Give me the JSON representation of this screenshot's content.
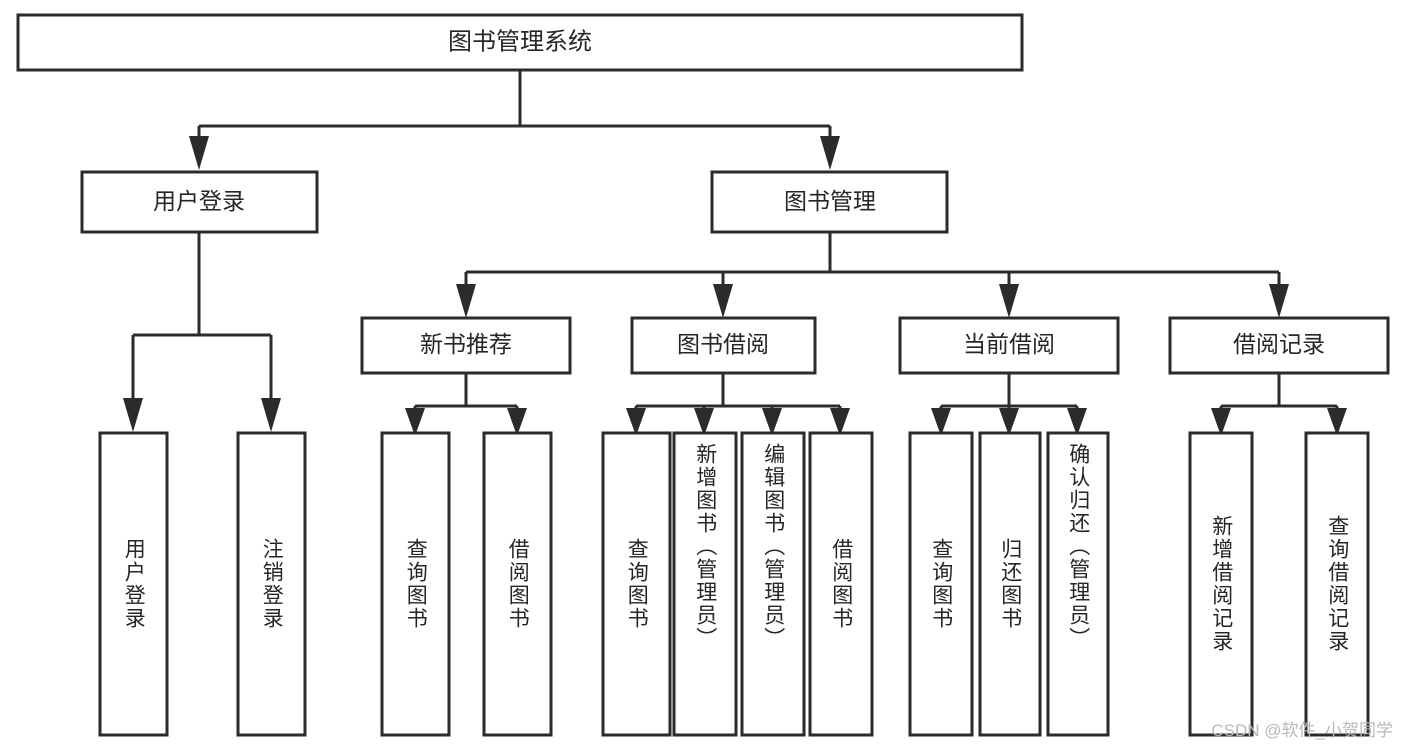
{
  "diagram": {
    "type": "tree-hierarchy",
    "title": "图书管理系统",
    "background_color": "#ffffff",
    "line_color": "#2b2b2b",
    "text_color": "#262626",
    "root": {
      "label": "图书管理系统",
      "children": [
        {
          "label": "用户登录",
          "children": [
            {
              "label": "用户登录"
            },
            {
              "label": "注销登录"
            }
          ]
        },
        {
          "label": "图书管理",
          "children": [
            {
              "label": "新书推荐",
              "children": [
                {
                  "label": "查询图书"
                },
                {
                  "label": "借阅图书"
                }
              ]
            },
            {
              "label": "图书借阅",
              "children": [
                {
                  "label": "查询图书"
                },
                {
                  "label": "新增图书（管理员）"
                },
                {
                  "label": "编辑图书（管理员）"
                },
                {
                  "label": "借阅图书"
                }
              ]
            },
            {
              "label": "当前借阅",
              "children": [
                {
                  "label": "查询图书"
                },
                {
                  "label": "归还图书"
                },
                {
                  "label": "确认归还（管理员）"
                }
              ]
            },
            {
              "label": "借阅记录",
              "children": [
                {
                  "label": "新增借阅记录"
                },
                {
                  "label": "查询借阅记录"
                }
              ]
            }
          ]
        }
      ]
    }
  },
  "watermark": {
    "text": "CSDN @软件_小贺同学"
  }
}
